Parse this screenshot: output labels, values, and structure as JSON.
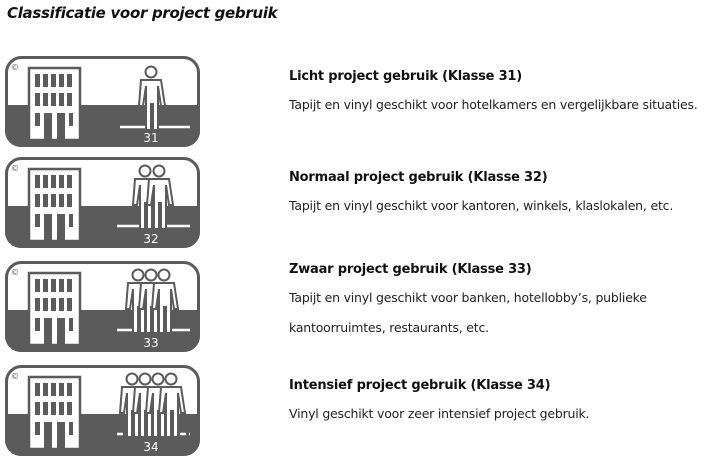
{
  "page": {
    "title": "Classificatie voor project gebruik"
  },
  "colors": {
    "badge_dark": "#5b5b5b",
    "badge_light": "#ffffff",
    "text": "#111111"
  },
  "classes": [
    {
      "number": "31",
      "people": 1,
      "heading": "Licht project gebruik (Klasse 31)",
      "description_lines": [
        "Tapijt en vinyl geschikt voor hotelkamers en vergelijkbare situaties."
      ],
      "icon": "building-one-person-icon"
    },
    {
      "number": "32",
      "people": 2,
      "heading": "Normaal project gebruik (Klasse 32)",
      "description_lines": [
        "Tapijt en vinyl geschikt voor kantoren, winkels, klaslokalen, etc."
      ],
      "icon": "building-two-persons-icon"
    },
    {
      "number": "33",
      "people": 3,
      "heading": "Zwaar project gebruik (Klasse 33)",
      "description_lines": [
        "Tapijt en vinyl geschikt voor banken, hotellobby’s, publieke",
        "kantoorruimtes, restaurants, etc."
      ],
      "icon": "building-three-persons-icon"
    },
    {
      "number": "34",
      "people": 4,
      "heading": "Intensief project gebruik (Klasse 34)",
      "description_lines": [
        "Vinyl geschikt voor zeer intensief project gebruik."
      ],
      "icon": "building-four-persons-icon"
    }
  ],
  "copyright_symbol": "©"
}
